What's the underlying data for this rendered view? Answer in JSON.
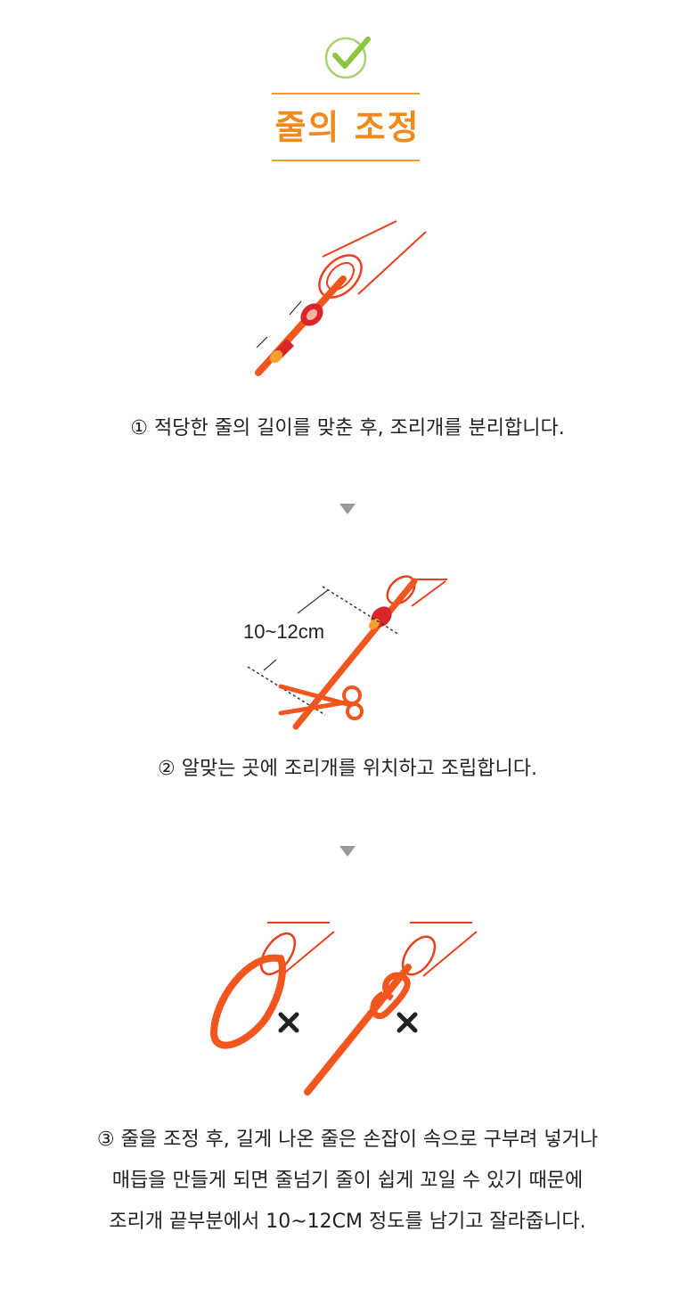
{
  "header": {
    "title": "줄의 조정",
    "icon": "check-circle-icon",
    "accent_color": "#f08a1c"
  },
  "steps": [
    {
      "caption": "① 적당한 줄의 길이를 맞춘 후, 조리개를 분리합니다."
    },
    {
      "caption": "② 알맞는 곳에 조리개를 위치하고 조립합니다.",
      "dimension_label": "10~12cm"
    },
    {
      "caption_lines": [
        "③ 줄을 조정 후, 길게 나온 줄은  손잡이 속으로 구부려 넣거나",
        "매듭을 만들게 되면 줄넘기 줄이 쉽게 꼬일 수 있기 때문에",
        "조리개 끝부분에서 10~12CM 정도를 남기고 잘라줍니다."
      ]
    }
  ],
  "divider_icon": "triangle-down-icon",
  "wrong_mark_icon": "x-mark-icon",
  "colors": {
    "rope": "#f0561e",
    "handle_stroke": "#e8401c",
    "stopper": "#d8262a",
    "divider": "#999999"
  }
}
